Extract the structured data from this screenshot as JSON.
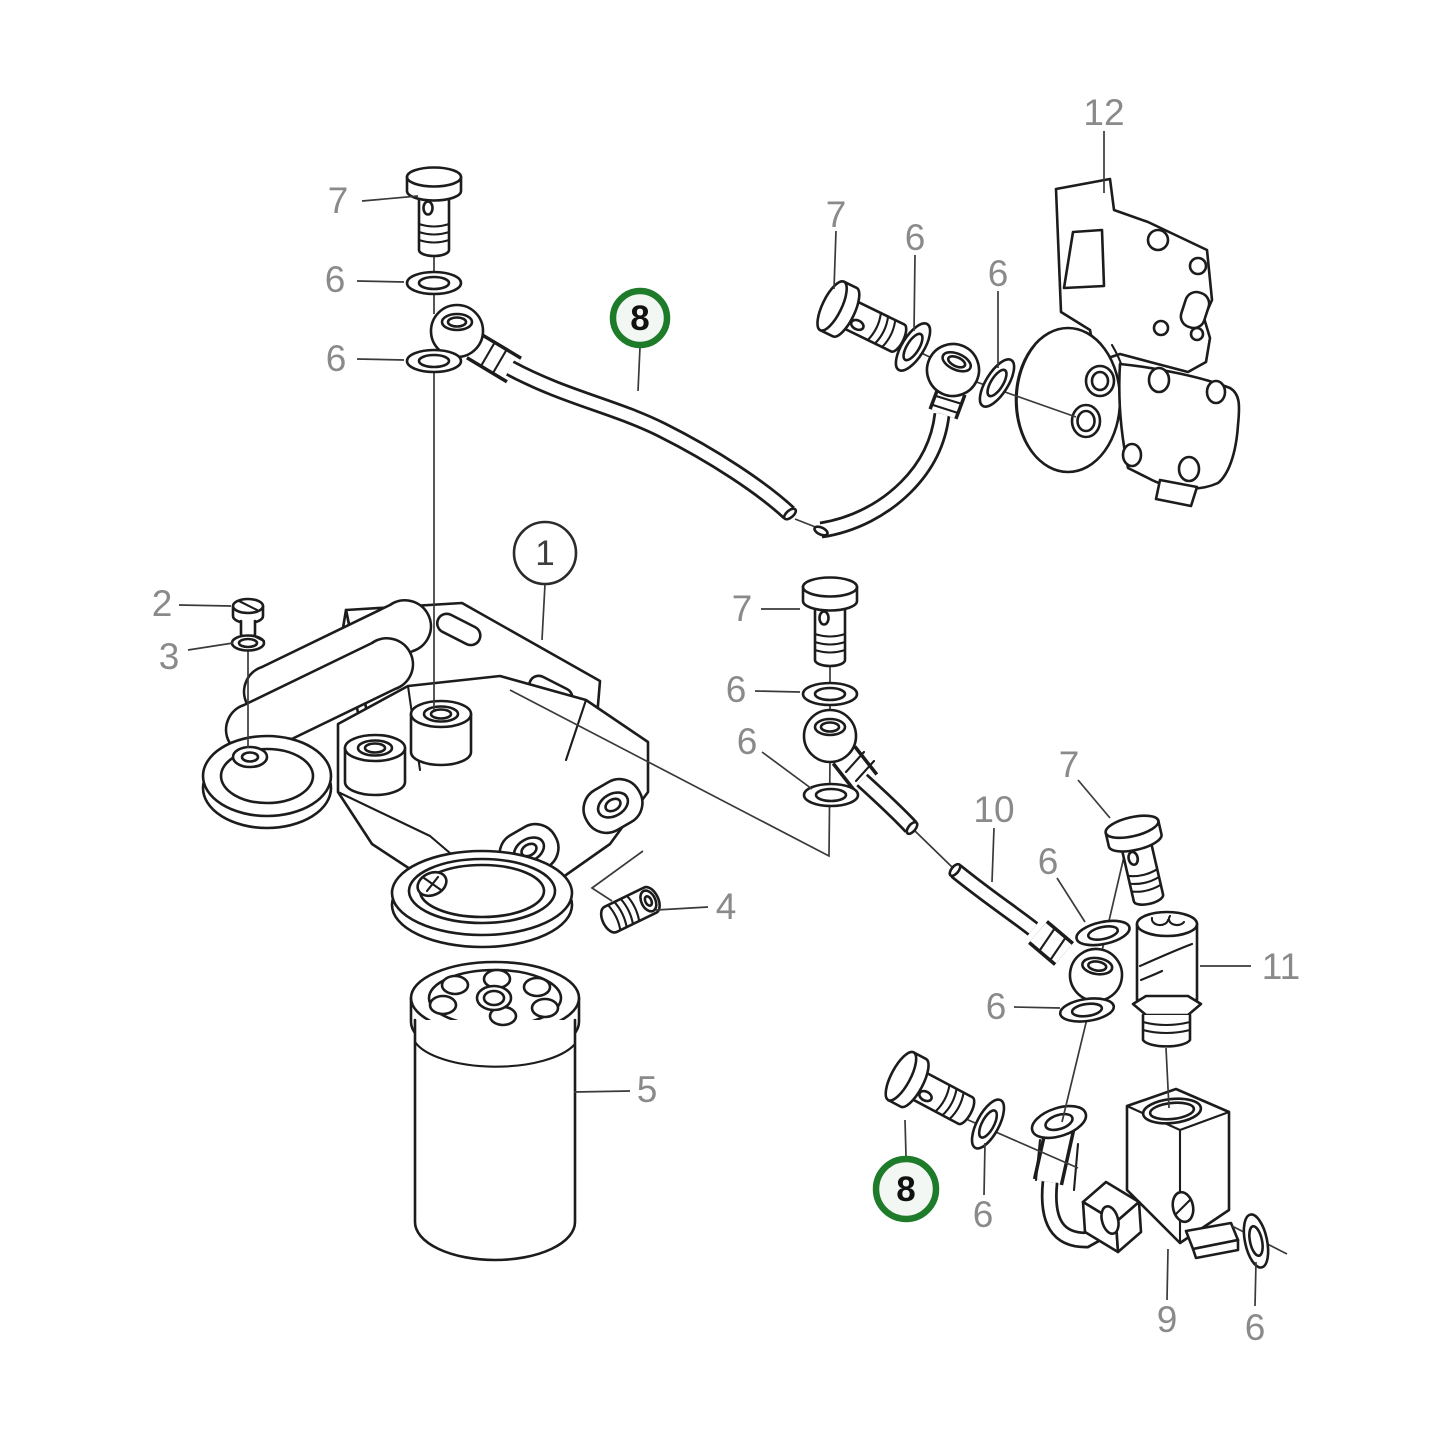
{
  "diagram": {
    "kind": "exploded-parts-diagram",
    "background_color": "#ffffff",
    "stroke_color": "#1c1c1c",
    "label_color": "#8a8a8a",
    "highlight": {
      "ring_color": "#1d7b2a",
      "fill_color": "#f3f7f3",
      "text_color": "#111111"
    },
    "plain_circle": {
      "ring_color": "#2b2b2b",
      "fill_color": "#ffffff",
      "text_color": "#3d3d3d"
    },
    "callouts": [
      {
        "text": "7",
        "circled": false,
        "highlighted": false
      },
      {
        "text": "6",
        "circled": false,
        "highlighted": false
      },
      {
        "text": "6",
        "circled": false,
        "highlighted": false
      },
      {
        "text": "8",
        "circled": true,
        "highlighted": true
      },
      {
        "text": "7",
        "circled": false,
        "highlighted": false
      },
      {
        "text": "6",
        "circled": false,
        "highlighted": false
      },
      {
        "text": "6",
        "circled": false,
        "highlighted": false
      },
      {
        "text": "12",
        "circled": false,
        "highlighted": false
      },
      {
        "text": "1",
        "circled": true,
        "highlighted": false
      },
      {
        "text": "2",
        "circled": false,
        "highlighted": false
      },
      {
        "text": "3",
        "circled": false,
        "highlighted": false
      },
      {
        "text": "4",
        "circled": false,
        "highlighted": false
      },
      {
        "text": "5",
        "circled": false,
        "highlighted": false
      },
      {
        "text": "7",
        "circled": false,
        "highlighted": false
      },
      {
        "text": "6",
        "circled": false,
        "highlighted": false
      },
      {
        "text": "6",
        "circled": false,
        "highlighted": false
      },
      {
        "text": "10",
        "circled": false,
        "highlighted": false
      },
      {
        "text": "7",
        "circled": false,
        "highlighted": false
      },
      {
        "text": "6",
        "circled": false,
        "highlighted": false
      },
      {
        "text": "6",
        "circled": false,
        "highlighted": false
      },
      {
        "text": "11",
        "circled": false,
        "highlighted": false
      },
      {
        "text": "8",
        "circled": true,
        "highlighted": true
      },
      {
        "text": "6",
        "circled": false,
        "highlighted": false
      },
      {
        "text": "9",
        "circled": false,
        "highlighted": false
      },
      {
        "text": "6",
        "circled": false,
        "highlighted": false
      }
    ]
  }
}
